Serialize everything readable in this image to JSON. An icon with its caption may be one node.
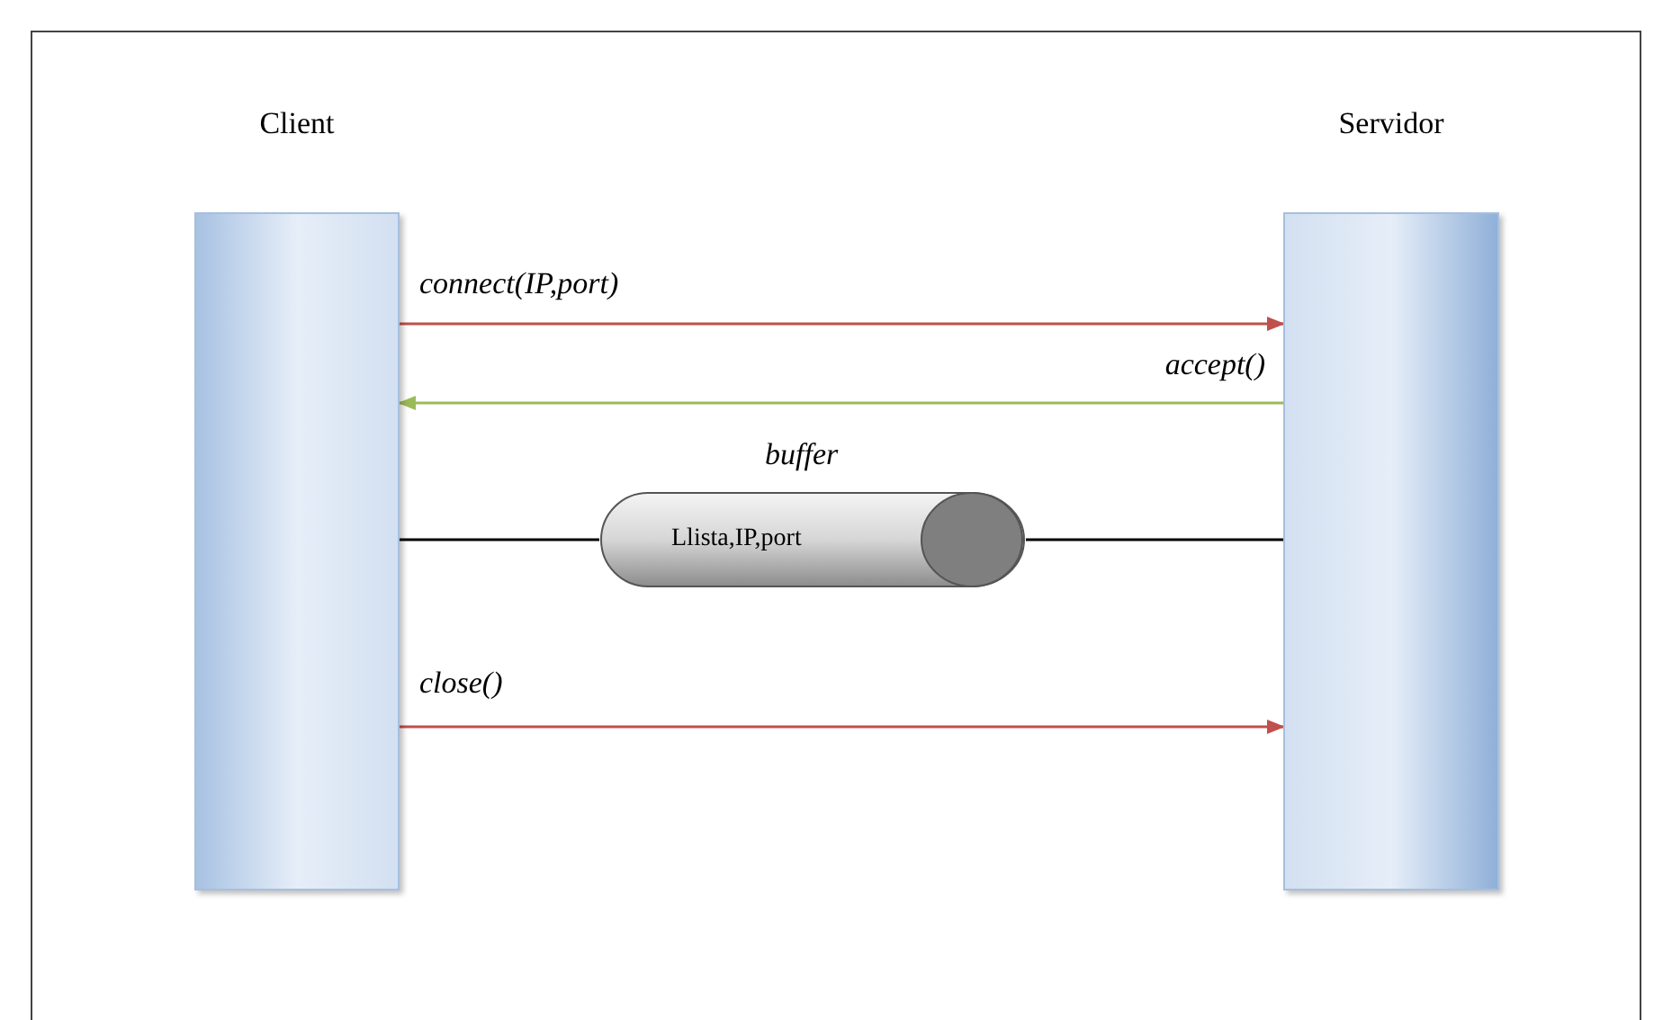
{
  "diagram": {
    "nodes": [
      {
        "text": [
          "Client"
        ]
      },
      {
        "text": [
          "Servidor"
        ]
      },
      {
        "text": [
          "Llista,IP,port"
        ],
        "beside": [
          "buffer"
        ]
      }
    ],
    "edges": [
      {
        "from": 0,
        "to": 1,
        "arrow": "to",
        "label": "connect(IP,port)",
        "color": "#c0504d"
      },
      {
        "from": 1,
        "to": 0,
        "arrow": "to",
        "label": "accept()",
        "color": "#9bbb59"
      },
      {
        "from": 0,
        "to": 2,
        "arrow": "none",
        "color": "#000000"
      },
      {
        "from": 2,
        "to": 1,
        "arrow": "none",
        "color": "#000000"
      },
      {
        "from": 0,
        "to": 1,
        "arrow": "to",
        "label": "close()",
        "color": "#c0504d"
      }
    ]
  }
}
